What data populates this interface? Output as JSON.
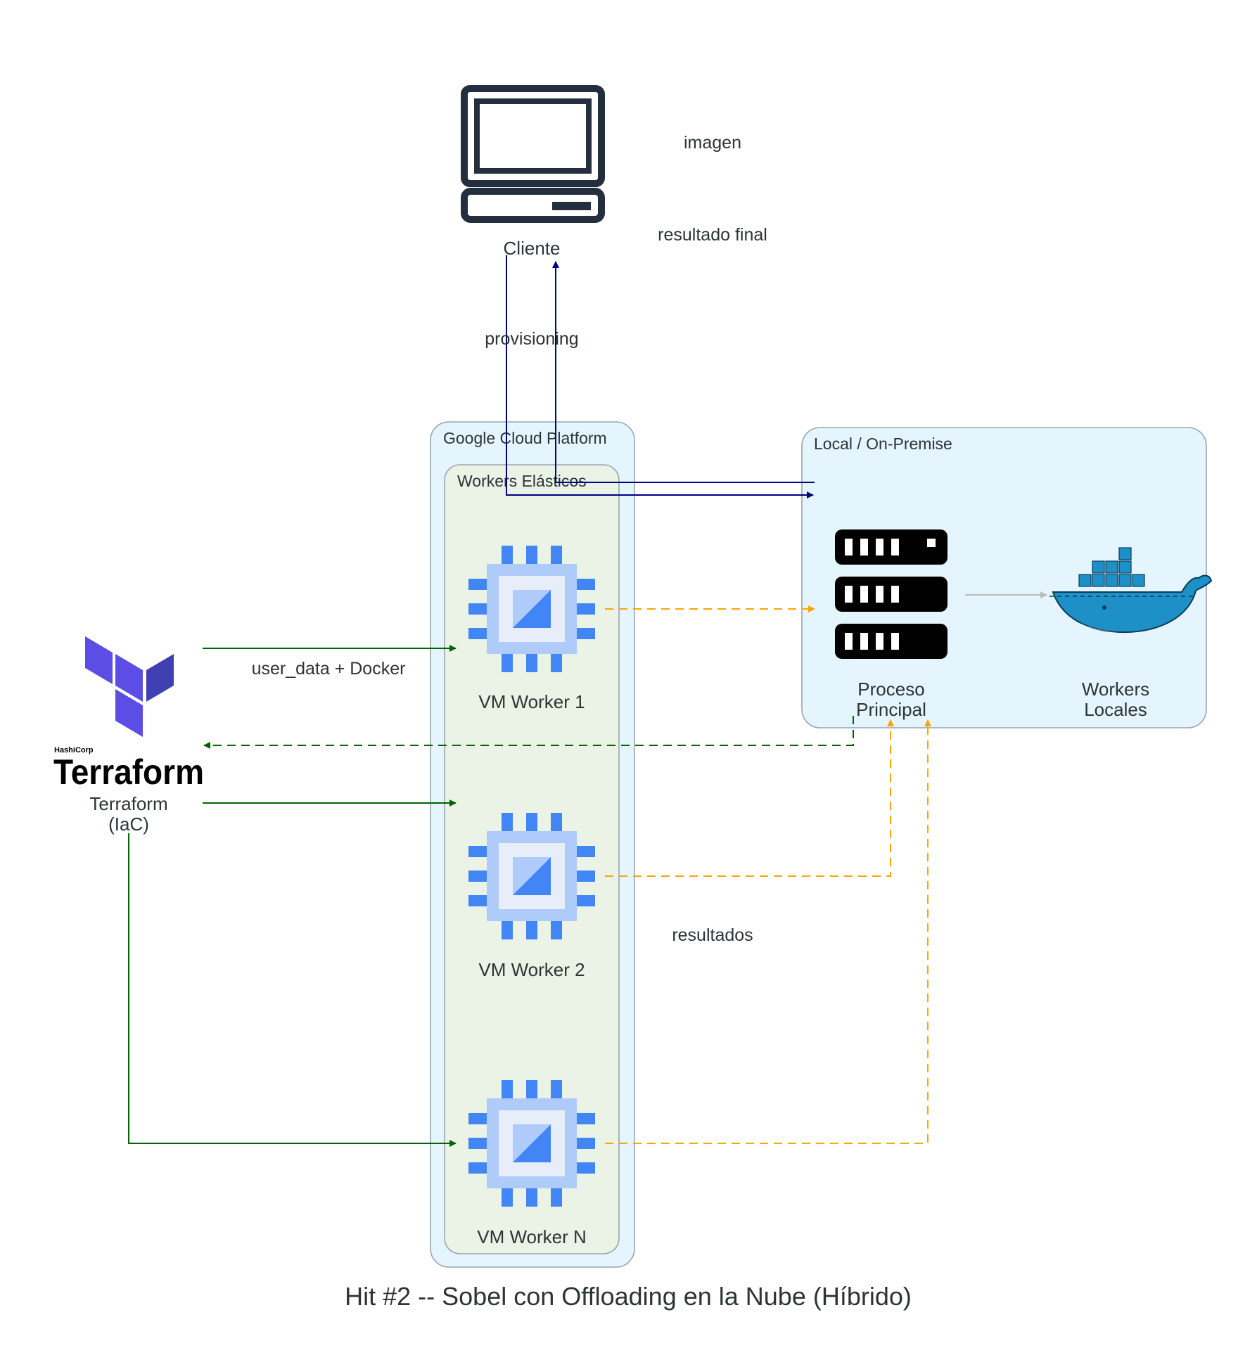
{
  "title": "Hit #2 -- Sobel con Offloading en la Nube (Híbrido)",
  "clusters": {
    "gcp": "Google Cloud Platform",
    "workers": "Workers Elásticos",
    "local": "Local / On-Premise"
  },
  "nodes": {
    "cliente": "Cliente",
    "terraform_line1": "Terraform",
    "terraform_line2": "(IaC)",
    "terraform_logo_small": "HashiCorp",
    "terraform_logo_big": "Terraform",
    "vm1": "VM Worker 1",
    "vm2": "VM Worker 2",
    "vmn": "VM Worker N",
    "proceso_line1": "Proceso",
    "proceso_line2": "Principal",
    "workers_line1": "Workers",
    "workers_line2": "Locales"
  },
  "edges": {
    "imagen": "imagen",
    "resultado_final": "resultado final",
    "provisioning": "provisioning",
    "user_data": "user_data + Docker",
    "resultados": "resultados"
  },
  "colors": {
    "client_flow": "#000080",
    "terraform_flow": "#006400",
    "results_flow": "#FFA500",
    "local_flow": "#BBBBBB",
    "cluster_outer_fill": "#E5F5FD",
    "cluster_inner_fill": "#EBF3E7",
    "cluster_border": "#9AA5AE",
    "terraform_purple": "#5C4EE5",
    "terraform_purple_dark": "#4040B2",
    "gcp_chip_light": "#AECBFA",
    "gcp_chip_blue": "#4285F4",
    "docker_blue": "#1D91C7"
  },
  "icons": {
    "cliente": "desktop-computer-icon",
    "terraform": "terraform-logo-icon",
    "vm": "compute-engine-chip-icon",
    "proceso": "server-rack-icon",
    "workers_locales": "docker-whale-icon"
  }
}
